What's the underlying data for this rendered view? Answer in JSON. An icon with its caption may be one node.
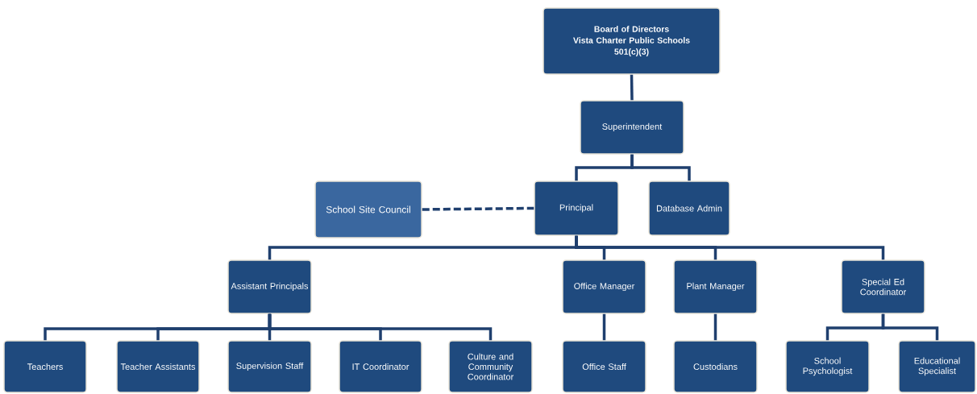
{
  "diagram": {
    "nodes": [
      {
        "text": [
          "Board of Directors",
          "Vista Charter Public Schools",
          "501(c)(3)"
        ]
      },
      {
        "text": [
          "Superintendent"
        ]
      },
      {
        "text": [
          "School Site Council"
        ]
      },
      {
        "text": [
          "Principal"
        ]
      },
      {
        "text": [
          "Database Admin"
        ]
      },
      {
        "text": [
          "Assistant Principals"
        ]
      },
      {
        "text": [
          "Office Manager"
        ]
      },
      {
        "text": [
          "Plant Manager"
        ]
      },
      {
        "text": [
          "Special Ed Coordinator"
        ]
      },
      {
        "text": [
          "Teachers"
        ]
      },
      {
        "text": [
          "Teacher Assistants"
        ]
      },
      {
        "text": [
          "Supervision Staff"
        ]
      },
      {
        "text": [
          "IT Coordinator"
        ]
      },
      {
        "text": [
          "Culture and Community Coordinator"
        ]
      },
      {
        "text": [
          "Office Staff"
        ]
      },
      {
        "text": [
          "Custodians"
        ]
      },
      {
        "text": [
          "School Psychologist"
        ]
      },
      {
        "text": [
          "Educational Specialist"
        ]
      }
    ],
    "edges": [
      {
        "from": 0,
        "to": 1,
        "arrow": "none"
      },
      {
        "from": 1,
        "to": 3,
        "arrow": "none"
      },
      {
        "from": 1,
        "to": 4,
        "arrow": "none"
      },
      {
        "from": 2,
        "to": 3,
        "arrow": "none",
        "style": "dashed"
      },
      {
        "from": 3,
        "to": 5,
        "arrow": "none"
      },
      {
        "from": 3,
        "to": 6,
        "arrow": "none"
      },
      {
        "from": 3,
        "to": 7,
        "arrow": "none"
      },
      {
        "from": 3,
        "to": 8,
        "arrow": "none"
      },
      {
        "from": 5,
        "to": 9,
        "arrow": "none"
      },
      {
        "from": 5,
        "to": 10,
        "arrow": "none"
      },
      {
        "from": 5,
        "to": 11,
        "arrow": "none"
      },
      {
        "from": 5,
        "to": 12,
        "arrow": "none"
      },
      {
        "from": 5,
        "to": 13,
        "arrow": "none"
      },
      {
        "from": 6,
        "to": 14,
        "arrow": "none"
      },
      {
        "from": 7,
        "to": 15,
        "arrow": "none"
      },
      {
        "from": 8,
        "to": 16,
        "arrow": "none"
      },
      {
        "from": 8,
        "to": 17,
        "arrow": "none"
      }
    ]
  }
}
